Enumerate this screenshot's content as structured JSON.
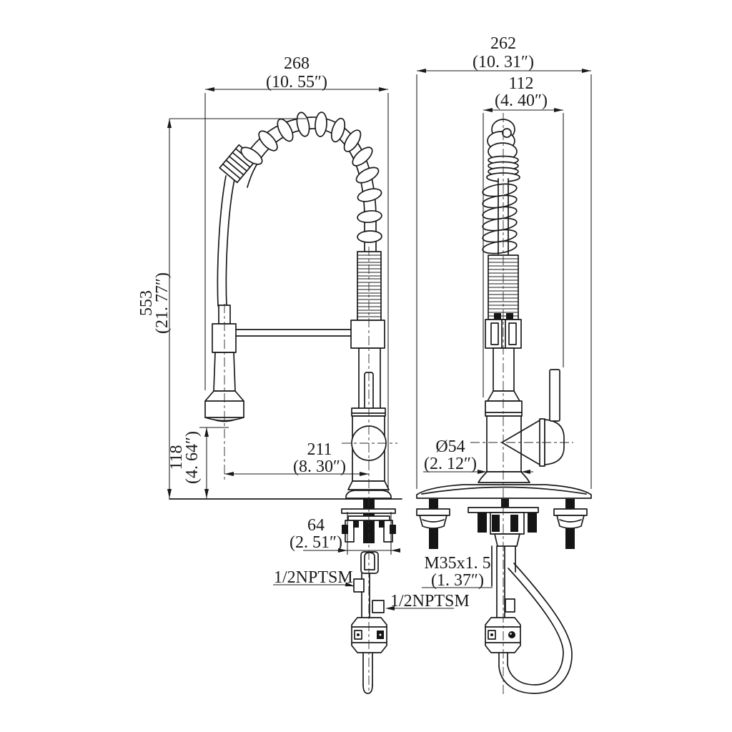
{
  "drawing_type": "faucet-dimension-drawing",
  "colors": {
    "line": "#1a1a1a",
    "background": "#ffffff"
  },
  "front_view": {
    "dim_width": {
      "mm": "268",
      "inch": "(10. 55″)"
    },
    "dim_height": {
      "mm": "553",
      "inch": "(21. 77″)"
    },
    "dim_outlet": {
      "mm": "118",
      "inch": "(4. 64″)"
    },
    "dim_reach": {
      "mm": "211",
      "inch": "(8. 30″)"
    },
    "dim_spacing": {
      "mm": "64",
      "inch": "(2. 51″)"
    },
    "label_left_fitting": "1/2NPTSM",
    "label_right_fitting": "1/2NPTSM"
  },
  "side_view": {
    "dim_plate": {
      "mm": "262",
      "inch": "(10. 31″)"
    },
    "dim_depth": {
      "mm": "112",
      "inch": "(4. 40″)"
    },
    "dim_base": {
      "mm": "Ø54",
      "inch": "(2. 12″)"
    },
    "dim_thread": {
      "spec": "M35x1. 5",
      "inch": "(1. 37″)"
    }
  }
}
